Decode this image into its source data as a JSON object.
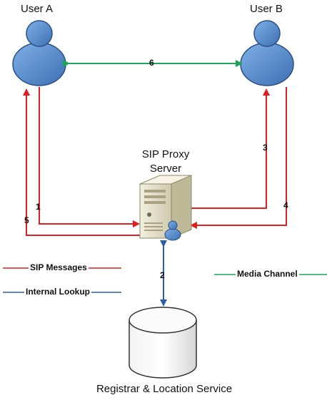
{
  "nodes": {
    "user_a": "User A",
    "user_b": "User B",
    "proxy_line1": "SIP Proxy",
    "proxy_line2": "Server",
    "registrar": "Registrar & Location Service"
  },
  "steps": [
    "1",
    "2",
    "3",
    "4",
    "5",
    "6"
  ],
  "legend": {
    "sip": "SIP Messages",
    "lookup": "Internal Lookup",
    "media": "Media Channel"
  },
  "colors": {
    "sip": "#e02020",
    "lookup": "#2c5fa8",
    "media": "#1aa55a",
    "user_fill": "#5b8fcf"
  }
}
